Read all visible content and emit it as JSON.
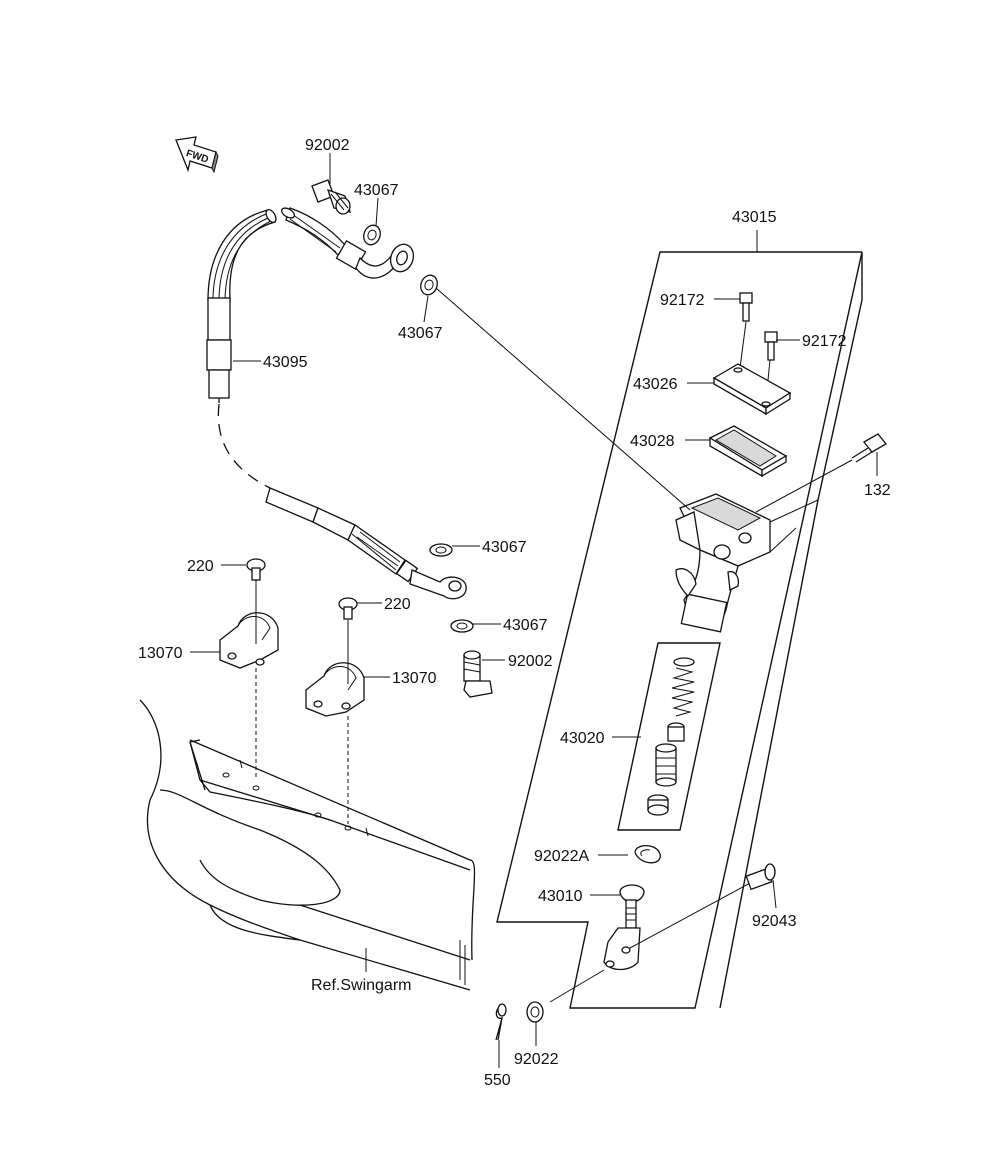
{
  "direction_label": "FWD",
  "labels": {
    "p92002_top": "92002",
    "p43067_a": "43067",
    "p43067_b": "43067",
    "p43095": "43095",
    "p43015": "43015",
    "p92172_a": "92172",
    "p92172_b": "92172",
    "p43026": "43026",
    "p43028": "43028",
    "p132": "132",
    "p43067_c": "43067",
    "p43067_d": "43067",
    "p92002_bottom": "92002",
    "p220_a": "220",
    "p220_b": "220",
    "p13070_a": "13070",
    "p13070_b": "13070",
    "p43020": "43020",
    "p92022A": "92022A",
    "p43010": "43010",
    "p92043": "92043",
    "ref_swingarm": "Ref.Swingarm",
    "p550": "550",
    "p92022": "92022"
  }
}
